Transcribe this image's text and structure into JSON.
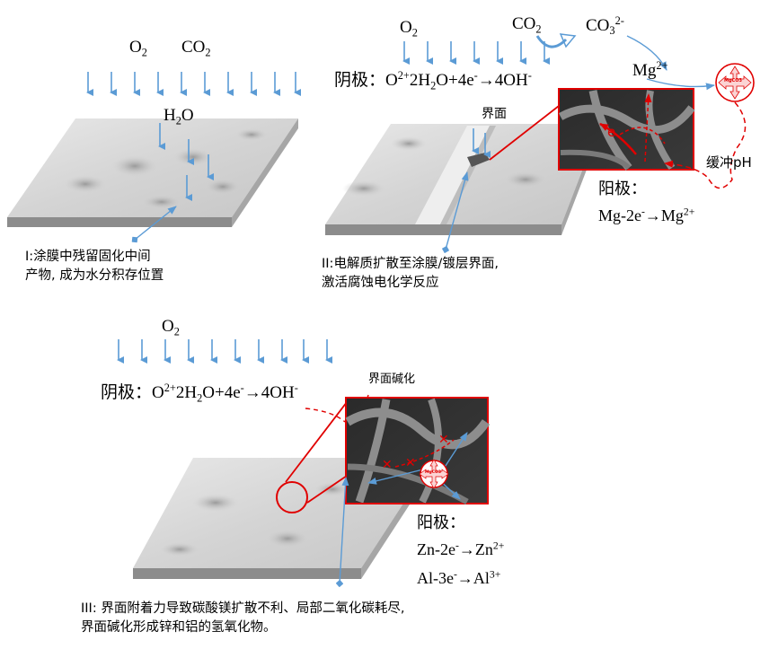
{
  "panel1": {
    "o2": "O",
    "o2_sub": "2",
    "co2": "CO",
    "co2_sub": "2",
    "h2o_h": "H",
    "h2o_sub": "2",
    "h2o_o": "O",
    "caption_line1": "I:涂膜中残留固化中间",
    "caption_line2": "产物, 成为水分积存位置"
  },
  "panel2": {
    "o2": "O",
    "o2_sub": "2",
    "co2": "CO",
    "co2_sub": "2",
    "co3": "CO",
    "co3_sub": "3",
    "co3_sup": "2-",
    "mg": "Mg",
    "mg_sup": "2+",
    "cathode_label": "阴极：",
    "cathode_eq": "O2+2H2O+4e-→4OH-",
    "interface_label": "界面",
    "buffer_label": "缓冲pH",
    "electron_label": "e",
    "product_label": "MgCO3",
    "anode_label": "阳极：",
    "anode_eq": "Mg-2e-→Mg2+",
    "caption_line1": "II:电解质扩散至涂膜/镀层界面,",
    "caption_line2": "激活腐蚀电化学反应"
  },
  "panel3": {
    "o2": "O",
    "o2_sub": "2",
    "cathode_label": "阴极：",
    "cathode_eq": "O2+2H2O+4e-→4OH-",
    "alkalization_label": "界面碱化",
    "product_label": "MgCO3",
    "anode_label": "阳极：",
    "anode_eq1": "Zn-2e-→Zn2+",
    "anode_eq2": "Al-3e-→Al3+",
    "caption_line1": "III: 界面附着力导致碳酸镁扩散不利、局部二氧化碳耗尽,",
    "caption_line2": "界面碱化形成锌和铝的氢氧化物。"
  },
  "colors": {
    "arrow_blue": "#5b9bd5",
    "red": "#e00000",
    "plate_top": "#d9d9d9",
    "plate_side": "#8c8c8c"
  }
}
